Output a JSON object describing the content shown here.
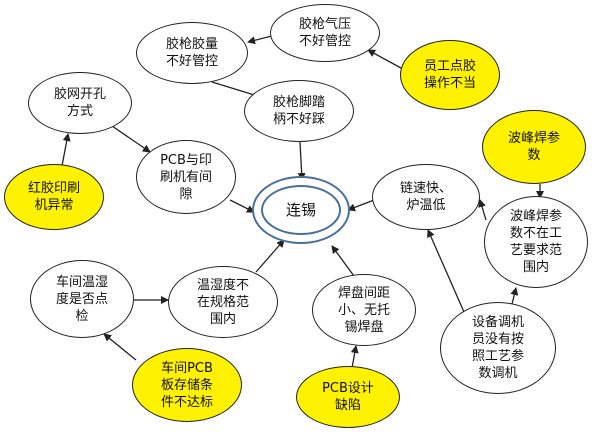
{
  "colors": {
    "root_fill": "#fff200",
    "node_fill": "#ffffff",
    "node_border": "#222222",
    "center_ring": "#4a6f9a",
    "arrow": "#222222"
  },
  "nodes": {
    "center": "连锡",
    "gun_pressure": "胶枪气压\n不好管控",
    "gun_amount": "胶枪胶量\n不好管控",
    "operator": "员工点胶\n操作不当",
    "mesh_hole": "胶网开孔\n方式",
    "pedal": "胶枪脚踏\n柄不好踩",
    "pcb_gap": "PCB与印\n刷机有间\n隙",
    "printer_fault": "红胶印刷\n机异常",
    "wave_params": "波峰焊参\n数",
    "chain_speed": "链速快、\n炉温低",
    "param_out": "波峰焊参\n数不在工\n艺要求范\n围内",
    "humidity_check": "车间温湿\n度是否点\n检",
    "humidity_range": "温湿度不\n在规格范\n围内",
    "pad_spacing": "焊盘间距\n小、无托\n锡焊盘",
    "tech_adjust": "设备调机\n员没有按\n照工艺参\n数调机",
    "pcb_storage": "车间PCB\n板存储条\n件不达标",
    "pcb_design": "PCB设计\n缺陷"
  }
}
